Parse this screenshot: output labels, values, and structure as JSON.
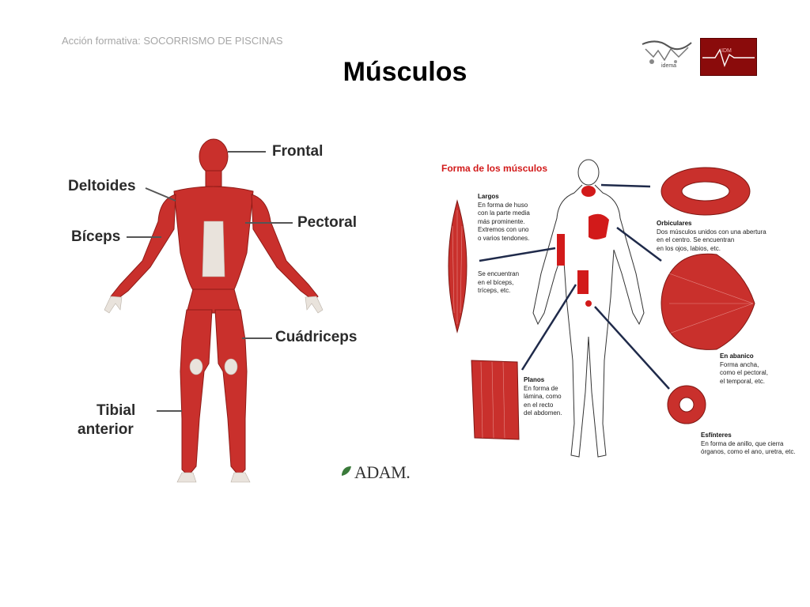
{
  "header": {
    "course": "Acción formativa: SOCORRISMO DE PISCINAS",
    "title": "Músculos",
    "logo1_text": "idema",
    "logo2_text": "IDM"
  },
  "left_figure": {
    "labels": {
      "frontal": "Frontal",
      "deltoides": "Deltoides",
      "pectoral": "Pectoral",
      "biceps": "Bíceps",
      "cuadriceps": "Cuádriceps",
      "tibial_1": "Tibial",
      "tibial_2": "anterior"
    },
    "brand": "ADAM."
  },
  "right_figure": {
    "title": "Forma de los músculos",
    "largos": {
      "name": "Largos",
      "lines": [
        "En forma de huso",
        "con la parte media",
        "más prominente.",
        "Extremos con uno",
        "o varios tendones."
      ],
      "lines2": [
        "Se encuentran",
        "en el bíceps,",
        "tríceps, etc."
      ]
    },
    "planos": {
      "name": "Planos",
      "lines": [
        "En forma de",
        "lámina, como",
        "en el recto",
        "del abdomen."
      ]
    },
    "orbiculares": {
      "name": "Orbiculares",
      "lines": [
        "Dos músculos unidos con una abertura",
        "en el centro. Se encuentran",
        "en los ojos, labios, etc."
      ]
    },
    "abanico": {
      "name": "En abanico",
      "lines": [
        "Forma ancha,",
        "como el pectoral,",
        "el temporal, etc."
      ]
    },
    "esfinteres": {
      "name": "Esfínteres",
      "lines": [
        "En forma de anillo, que cierra",
        "órganos, como el ano, uretra, etc."
      ]
    }
  },
  "colors": {
    "muscle": "#c9302c",
    "muscle_dark": "#8e1b17",
    "tendon": "#e9e3dc",
    "accent_red": "#d21a1a"
  }
}
